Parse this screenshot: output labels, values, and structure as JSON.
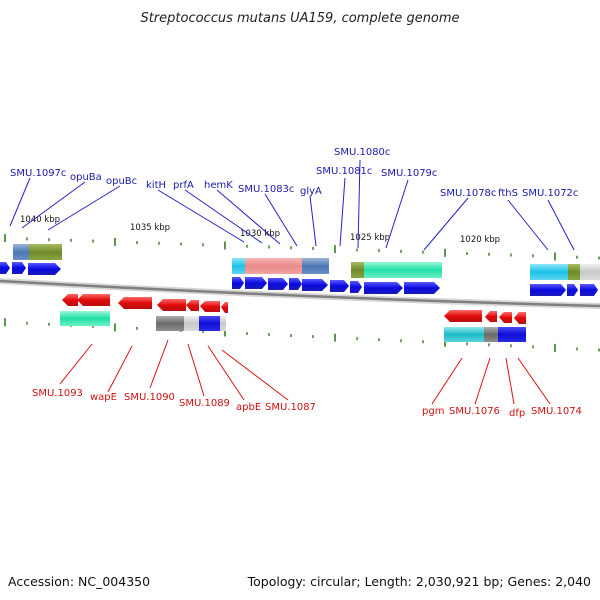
{
  "title": "Streptococcus mutans UA159, complete genome",
  "accession": "Accession: NC_004350",
  "topology": "Topology: circular; Length: 2,030,921 bp; Genes: 2,040",
  "kbp_labels": [
    "1040 kbp",
    "1035 kbp",
    "1030 kbp",
    "1025 kbp",
    "1020 kbp"
  ],
  "forward_labels": [
    "SMU.1097c",
    "opuBa",
    "opuBc",
    "kitH",
    "prfA",
    "hemK",
    "SMU.1083c",
    "glyA",
    "SMU.1081c",
    "SMU.1080c",
    "SMU.1079c",
    "SMU.1078c",
    "fthS",
    "SMU.1072c"
  ],
  "reverse_labels": [
    "SMU.1093",
    "wapE",
    "SMU.1090",
    "SMU.1089",
    "apbE",
    "SMU.1087",
    "pgm",
    "SMU.1076",
    "dfp",
    "SMU.1074"
  ],
  "colors": {
    "forward_gene": "#1111dd",
    "reverse_gene": "#e01010",
    "forward_label": "#1a1aa8",
    "reverse_label": "#cc1111",
    "backbone": "#888888",
    "tick": "#2e7d1f"
  }
}
